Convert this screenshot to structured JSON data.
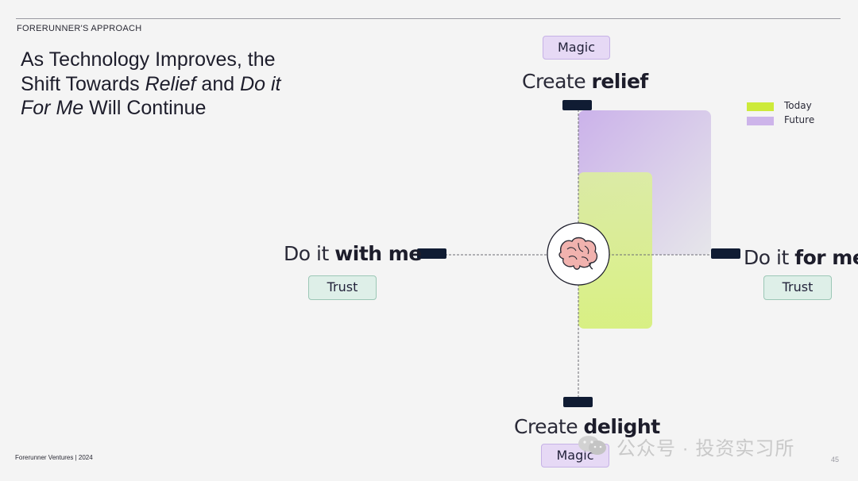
{
  "section_label": "FORERUNNER'S APPROACH",
  "headline": {
    "part1": "As Technology Improves, the Shift Towards ",
    "relief": "Relief",
    "part2": " and ",
    "doit": "Do it For Me",
    "part3": " Will Continue"
  },
  "footer": {
    "left": "Forerunner Ventures | 2024",
    "page": "45"
  },
  "watermark": "公众号 · 投资实习所",
  "legend": [
    {
      "label": "Today",
      "color": "#cdea3a"
    },
    {
      "label": "Future",
      "color": "#cdb4ea"
    }
  ],
  "axes": {
    "top": {
      "pre": "Create ",
      "bold": "relief",
      "tag": "Magic"
    },
    "bottom": {
      "pre": "Create ",
      "bold": "delight",
      "tag": "Magic"
    },
    "left": {
      "pre": "Do it ",
      "bold": "with me",
      "tag": "Trust"
    },
    "right": {
      "pre": "Do it ",
      "bold": "for me",
      "tag": "Trust"
    }
  },
  "center_icon": "brain-icon"
}
